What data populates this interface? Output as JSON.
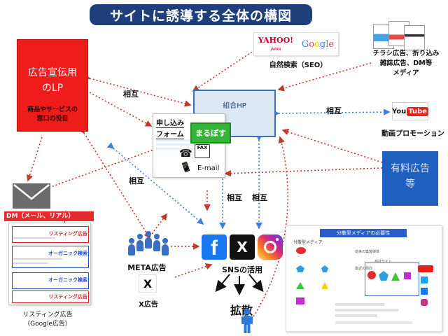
{
  "title": "サイトに誘導する全体の構図",
  "lp": {
    "title_line1": "広告宣伝用",
    "title_line2": "のLP",
    "sub_line1": "商品やサービスの",
    "sub_line2": "窓口の役目"
  },
  "seo": {
    "yahoo": "YAHOO!",
    "yahoo_sub": "JAPAN",
    "google": [
      "G",
      "o",
      "o",
      "g",
      "l",
      "e"
    ],
    "label": "自然検索（SEO）"
  },
  "print_media": {
    "line1": "チラシ広告、折り込み",
    "line2": "雑誌広告、DM等",
    "line3": "メディア"
  },
  "corporate_hp": {
    "label": "組合HP"
  },
  "youtube": {
    "you": "You",
    "tube": "Tube",
    "label": "動画プロモーション"
  },
  "form": {
    "line1": "申し込み",
    "line2": "フォーム",
    "marupo": "まるぽす",
    "fax": "FAX",
    "email": "E-mail",
    "phone_icon": "☎",
    "mobile_icon": "📱"
  },
  "paid_ad": {
    "line1": "有料広告",
    "line2": "等"
  },
  "dm": {
    "label": "DM（メール、リアル）"
  },
  "listing": {
    "rows": [
      "リスティング広告",
      "オーガニック検索",
      "オーガニック検索",
      "リスティング広告"
    ],
    "label_line1": "リスティング広告",
    "label_line2": "（Google広告）"
  },
  "meta": {
    "label": "META広告"
  },
  "x_ad": {
    "glyph": "X",
    "label": "X広告"
  },
  "sns": {
    "fb_glyph": "f",
    "x_glyph": "X",
    "label": "SNSの活用",
    "spread": "拡散"
  },
  "mutual_labels": {
    "lp_hp": "相互",
    "hp_youtube": "相互",
    "form_sns": "相互",
    "hp_sns_left": "相互",
    "hp_sns_right": "相互"
  },
  "media_diagram": {
    "title": "分散型メディアの必要性",
    "left_heading": "分散型メディア",
    "center_heading": "従来の集客媒体",
    "center_sub": "自社サイト",
    "arrow_text": "最近の傾向"
  },
  "colors": {
    "title_bg": "#1e3f7a",
    "lp_red": "#ef1c1c",
    "hp_blue": "#3f6fb6",
    "marupo_green": "#34b53a",
    "paid_blue": "#1f5fbd",
    "arrow_red": "#c0392b",
    "arrow_blue": "#3d7fd1"
  }
}
